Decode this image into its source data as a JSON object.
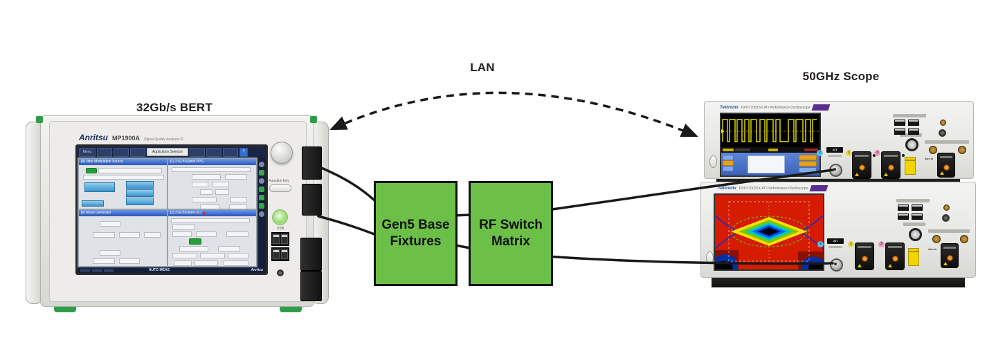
{
  "diagram": {
    "bert_label": "32Gb/s BERT",
    "lan_label": "LAN",
    "scope_label": "50GHz Scope"
  },
  "bert": {
    "brand": "Anritsu",
    "model": "MP1900A",
    "model_subtitle": "Signal Quality Analyzer-R",
    "toolbar": {
      "menu": "Menu",
      "app_selector": "Application Selector",
      "help": "?"
    },
    "panels": [
      {
        "title": "[4] Jitter Modulation Source"
      },
      {
        "title": "[1] 21G/32Gbit/s PPG"
      },
      {
        "title": "[6] Noise Generator"
      },
      {
        "title": "[2] 21G/32Gbit/s ED"
      }
    ],
    "status_bar": {
      "mode": "AUTO MEAS",
      "logo": "Anritsu"
    },
    "side_controls": {
      "usb_label": "USB",
      "function_key_label": "Function Key"
    }
  },
  "boxes": {
    "fixtures_line1": "Gen5 Base",
    "fixtures_line2": "Fixtures",
    "switch_line1": "RF Switch",
    "switch_line2": "Matrix"
  },
  "scopes": {
    "brand": "Tektronix",
    "model": "DPO77002SX ATI Performance Oscilloscope",
    "ati_label": "ATI",
    "aux_label": "Aux In",
    "channel_2": "2",
    "channel_1": "1",
    "channel_3": "3",
    "caution": "CAUTION"
  },
  "colors": {
    "box_green": "#6cbf47",
    "cable_black": "#1a1a1a",
    "foot_green": "#2f9e49",
    "heatmap_red": "#d51c00",
    "badge_purple": "#5a2d8f",
    "tek_blue": "#1450a0",
    "anritsu_navy": "#1a2f5e"
  }
}
